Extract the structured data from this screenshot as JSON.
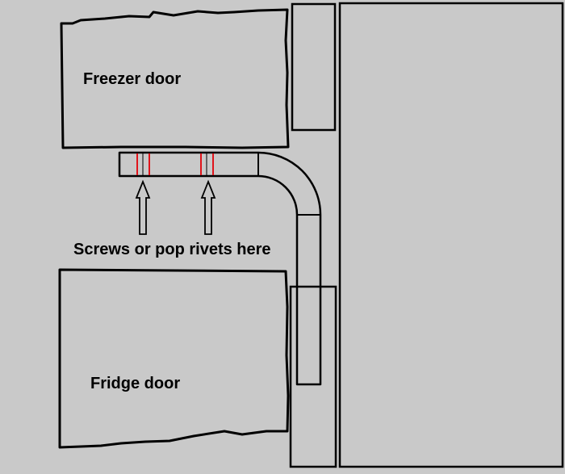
{
  "diagram": {
    "background_color": "#c9c9c9",
    "line_color": "#000000",
    "rivet_color": "#e0141b",
    "labels": {
      "freezer_door": "Freezer door",
      "fridge_door": "Fridge door",
      "fastener_note": "Screws or pop rivets here"
    }
  }
}
